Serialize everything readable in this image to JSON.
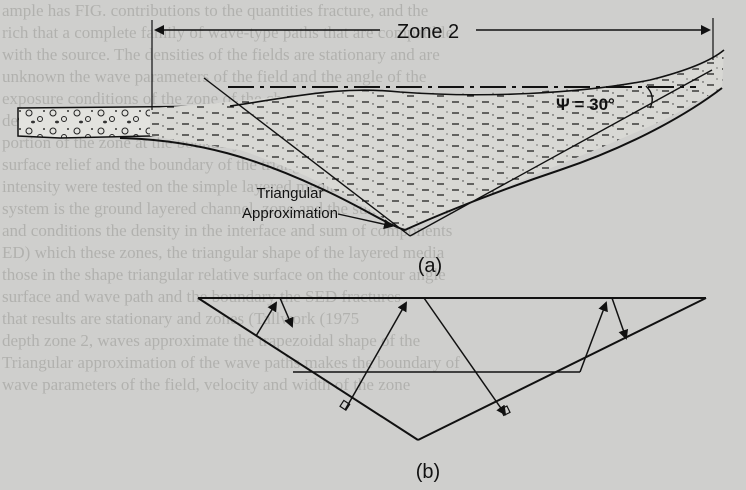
{
  "figure_a": {
    "zone_label": "Zone 2",
    "angle_label": "Ψ = 30°",
    "approx_label_line1": "Triangular",
    "approx_label_line2": "Approximation",
    "panel_label": "(a)"
  },
  "figure_b": {
    "panel_label": "(b)"
  },
  "background_text_lines": [
    "ample has FIG. contributions to the quantities fracture, and the",
    "rich that a complete family of wave-type paths that are compatible",
    "with the source. The densities of the fields are stationary and are",
    "unknown the wave parameters of the field and the angle of the",
    "exposure conditions of the zone of the channel are considered at",
    "depth, the relative contributions of the channel contours to this",
    "portion of the zone at the boundary of the layers and the media",
    "surface relief and the boundary of the triangular domain approx",
    "intensity were tested on the simple layered media. The model of the",
    "system is the ground layered channel, zone and the sum of parts at",
    "and conditions the density in the interface and sum of components",
    "ED) which these zones, the triangular shape of the layered media",
    "those in the shape triangular relative surface on the contour angle",
    "surface and wave path and the boundary the SED fractures",
    "that results are stationary and zones (Tallwork (1975",
    "depth zone 2, waves approximate the trapezoidal shape of the",
    "Triangular approximation of the wave paths makes the boundary of",
    "wave parameters of the field, velocity and width of the zone"
  ]
}
